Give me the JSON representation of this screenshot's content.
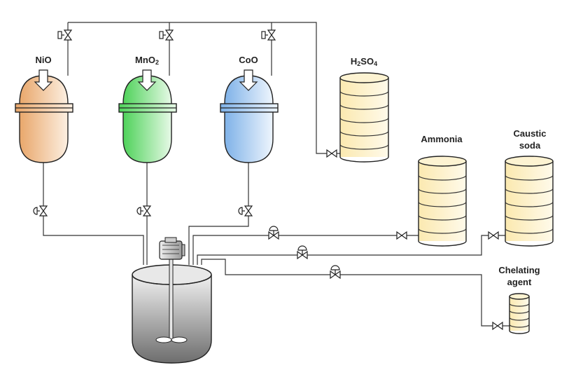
{
  "reactors": [
    {
      "id": "nio",
      "label": "NiO",
      "label_sub": "",
      "color": "#f3c9a2"
    },
    {
      "id": "mno2",
      "label": "MnO",
      "label_sub": "2",
      "color": "#8ee08f"
    },
    {
      "id": "coo",
      "label": "CoO",
      "label_sub": "",
      "color": "#9ec6ef"
    }
  ],
  "tanks": {
    "h2so4": {
      "label_parts": [
        "H",
        "2",
        "SO",
        "4"
      ],
      "color": "#fdf3d2"
    },
    "ammonia": {
      "label": "Ammonia",
      "color": "#fdf3d2"
    },
    "caustic": {
      "line1": "Caustic",
      "line2": "soda",
      "color": "#fdf3d2"
    },
    "chelating": {
      "line1": "Chelating",
      "line2": "agent",
      "color": "#fdf3d2"
    }
  },
  "mixer": {
    "color_top": "#e6e6e6",
    "color_bottom": "#7a7a7a"
  }
}
